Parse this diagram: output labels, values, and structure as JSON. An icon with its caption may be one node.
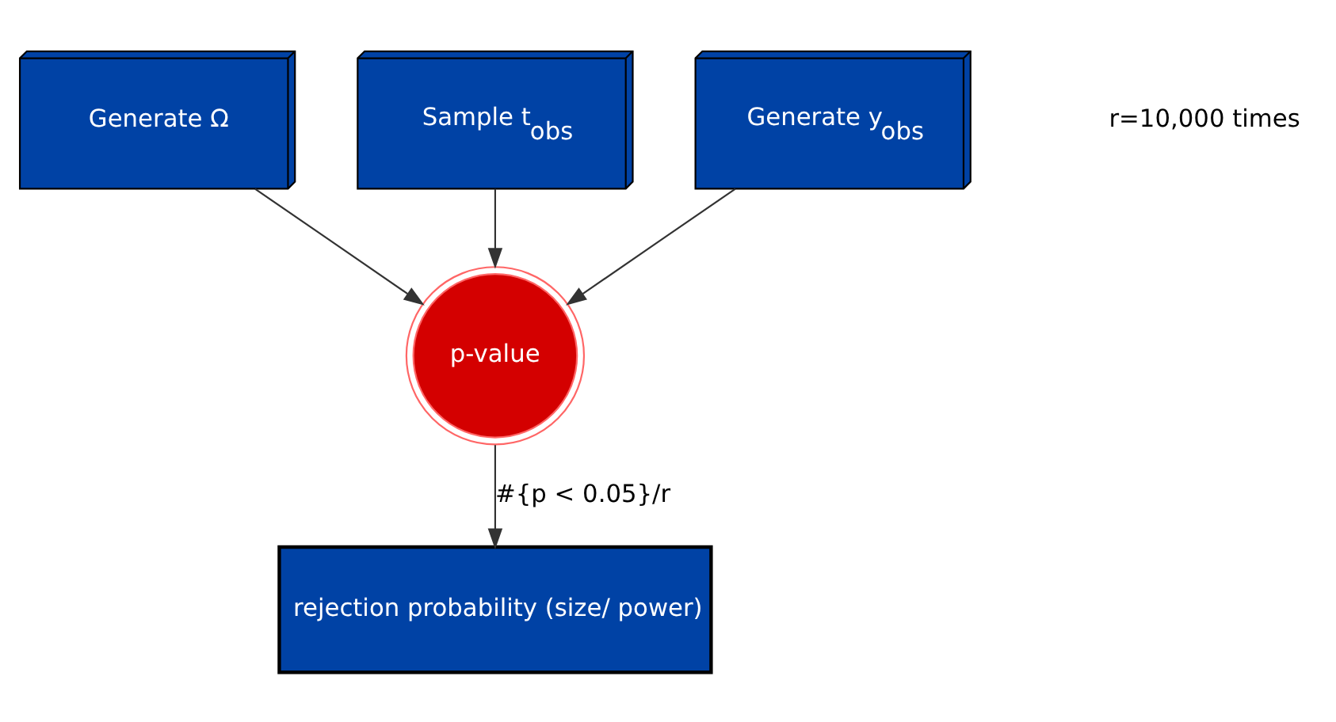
{
  "diagram": {
    "nodes": [
      {
        "text": [
          "Generate Ω"
        ]
      },
      {
        "text": [
          "Sample t$_{obs}$"
        ]
      },
      {
        "text": [
          "Generate y$_{obs}$"
        ]
      },
      {
        "text": [
          "p-value"
        ]
      },
      {
        "text": [
          "rejection probability (size/ power)"
        ]
      }
    ],
    "edges": [
      {
        "from": 0,
        "to": 3,
        "arrow": "to"
      },
      {
        "from": 1,
        "to": 3,
        "arrow": "to"
      },
      {
        "from": 2,
        "to": 3,
        "arrow": "to"
      },
      {
        "from": 3,
        "to": 4,
        "arrow": "to",
        "label": "#{p < 0.05}/r"
      }
    ],
    "labels": [
      "r=10,000 times"
    ]
  }
}
